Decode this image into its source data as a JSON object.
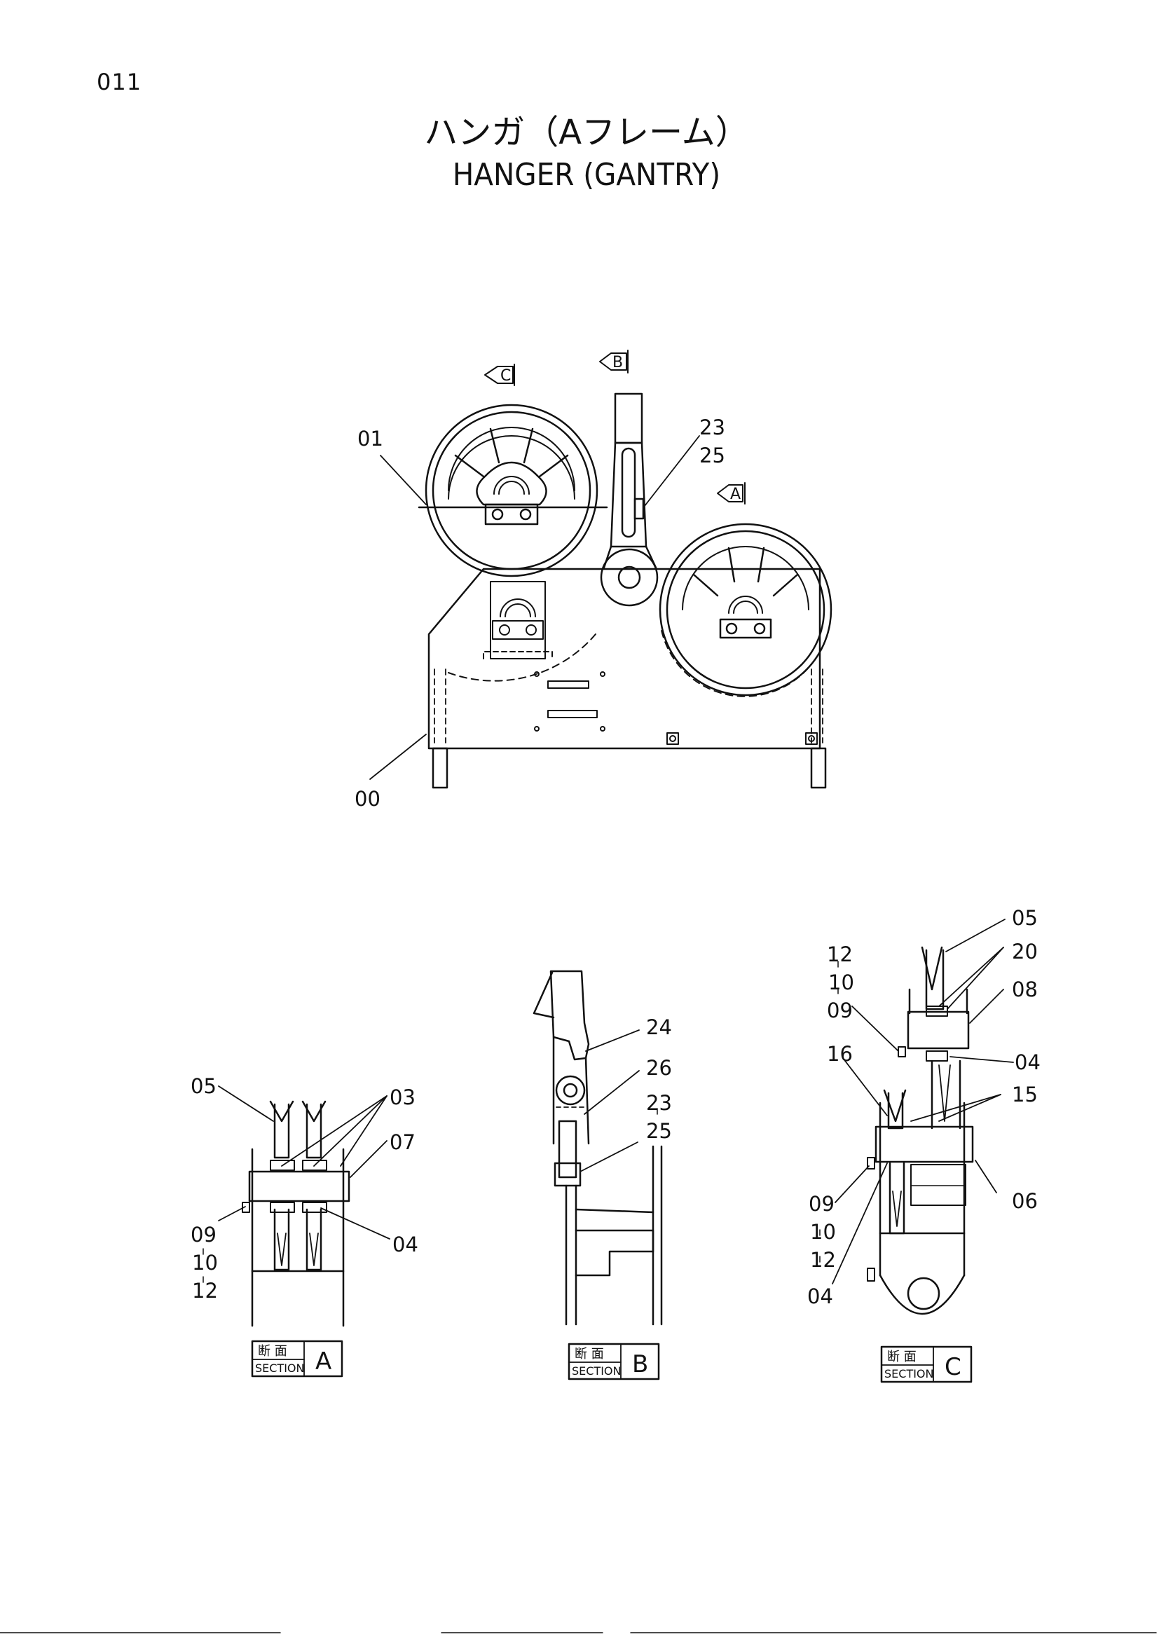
{
  "page": {
    "number": "011"
  },
  "title": {
    "japanese": "ハンガ（Aフレーム）",
    "english": "HANGER (GANTRY)"
  },
  "view_markers": {
    "a": "A",
    "b": "B",
    "c": "C"
  },
  "main_view": {
    "labels": {
      "p01": "01",
      "p00": "00",
      "p23": "23",
      "p25": "25"
    }
  },
  "section_a": {
    "labels": {
      "p05": "05",
      "p03": "03",
      "p07": "07",
      "p04": "04",
      "p09": "09",
      "p10": "10",
      "p12": "12"
    },
    "box": {
      "jp": "断 面",
      "en": "SECTION",
      "letter": "A"
    }
  },
  "section_b": {
    "labels": {
      "p24": "24",
      "p26": "26",
      "p23": "23",
      "p25": "25"
    },
    "box": {
      "jp": "断 面",
      "en": "SECTION",
      "letter": "B"
    }
  },
  "section_c": {
    "labels": {
      "p05": "05",
      "p20": "20",
      "p08": "08",
      "p12": "12",
      "p10": "10",
      "p09": "09",
      "p04": "04",
      "p16": "16",
      "p15": "15",
      "p06": "06",
      "p09b": "09",
      "p10b": "10",
      "p12b": "12",
      "p04b": "04"
    },
    "box": {
      "jp": "断 面",
      "en": "SECTION",
      "letter": "C"
    }
  }
}
